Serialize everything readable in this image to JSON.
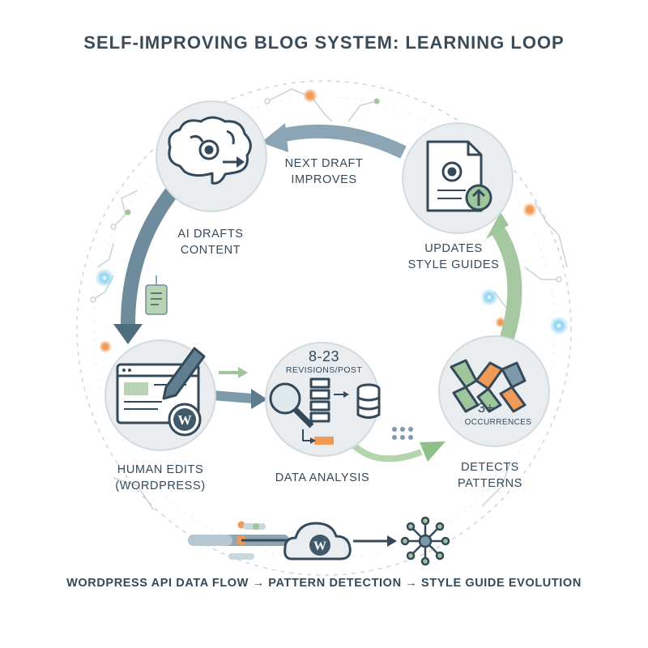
{
  "title": "SELF-IMPROVING BLOG SYSTEM: LEARNING LOOP",
  "nodes": {
    "ai_drafts": {
      "line1": "AI DRAFTS",
      "line2": "CONTENT",
      "icon": "brain-gear-icon"
    },
    "style_guides": {
      "line1": "UPDATES",
      "line2": "STYLE GUIDES",
      "icon": "document-gear-upload-icon"
    },
    "human_edits": {
      "line1": "HUMAN EDITS",
      "line2": "(WORDPRESS)",
      "icon": "browser-pen-wordpress-icon"
    },
    "data_analysis": {
      "line1": "DATA ANALYSIS",
      "stat_value": "8-23",
      "stat_unit": "REVISIONS/POST",
      "icon": "magnifier-database-icon"
    },
    "patterns": {
      "line1": "DETECTS",
      "line2": "PATTERNS",
      "stat_value": "3+",
      "stat_unit": "OCCURRENCES",
      "icon": "chain-pattern-icon"
    }
  },
  "arrow_labels": {
    "top_line1": "NEXT DRAFT",
    "top_line2": "IMPROVES"
  },
  "footer": "WORDPRESS API DATA FLOW → PATTERN DETECTION → STYLE GUIDE EVOLUTION",
  "colors": {
    "text": "#34495a",
    "circle_fill": "#e9edf0",
    "circle_stroke": "#d3dade",
    "blue_arrow": "#7d9aaa",
    "green_arrow": "#9fc59a",
    "orange": "#f09a55",
    "glow_blue": "#8fd3ef"
  }
}
